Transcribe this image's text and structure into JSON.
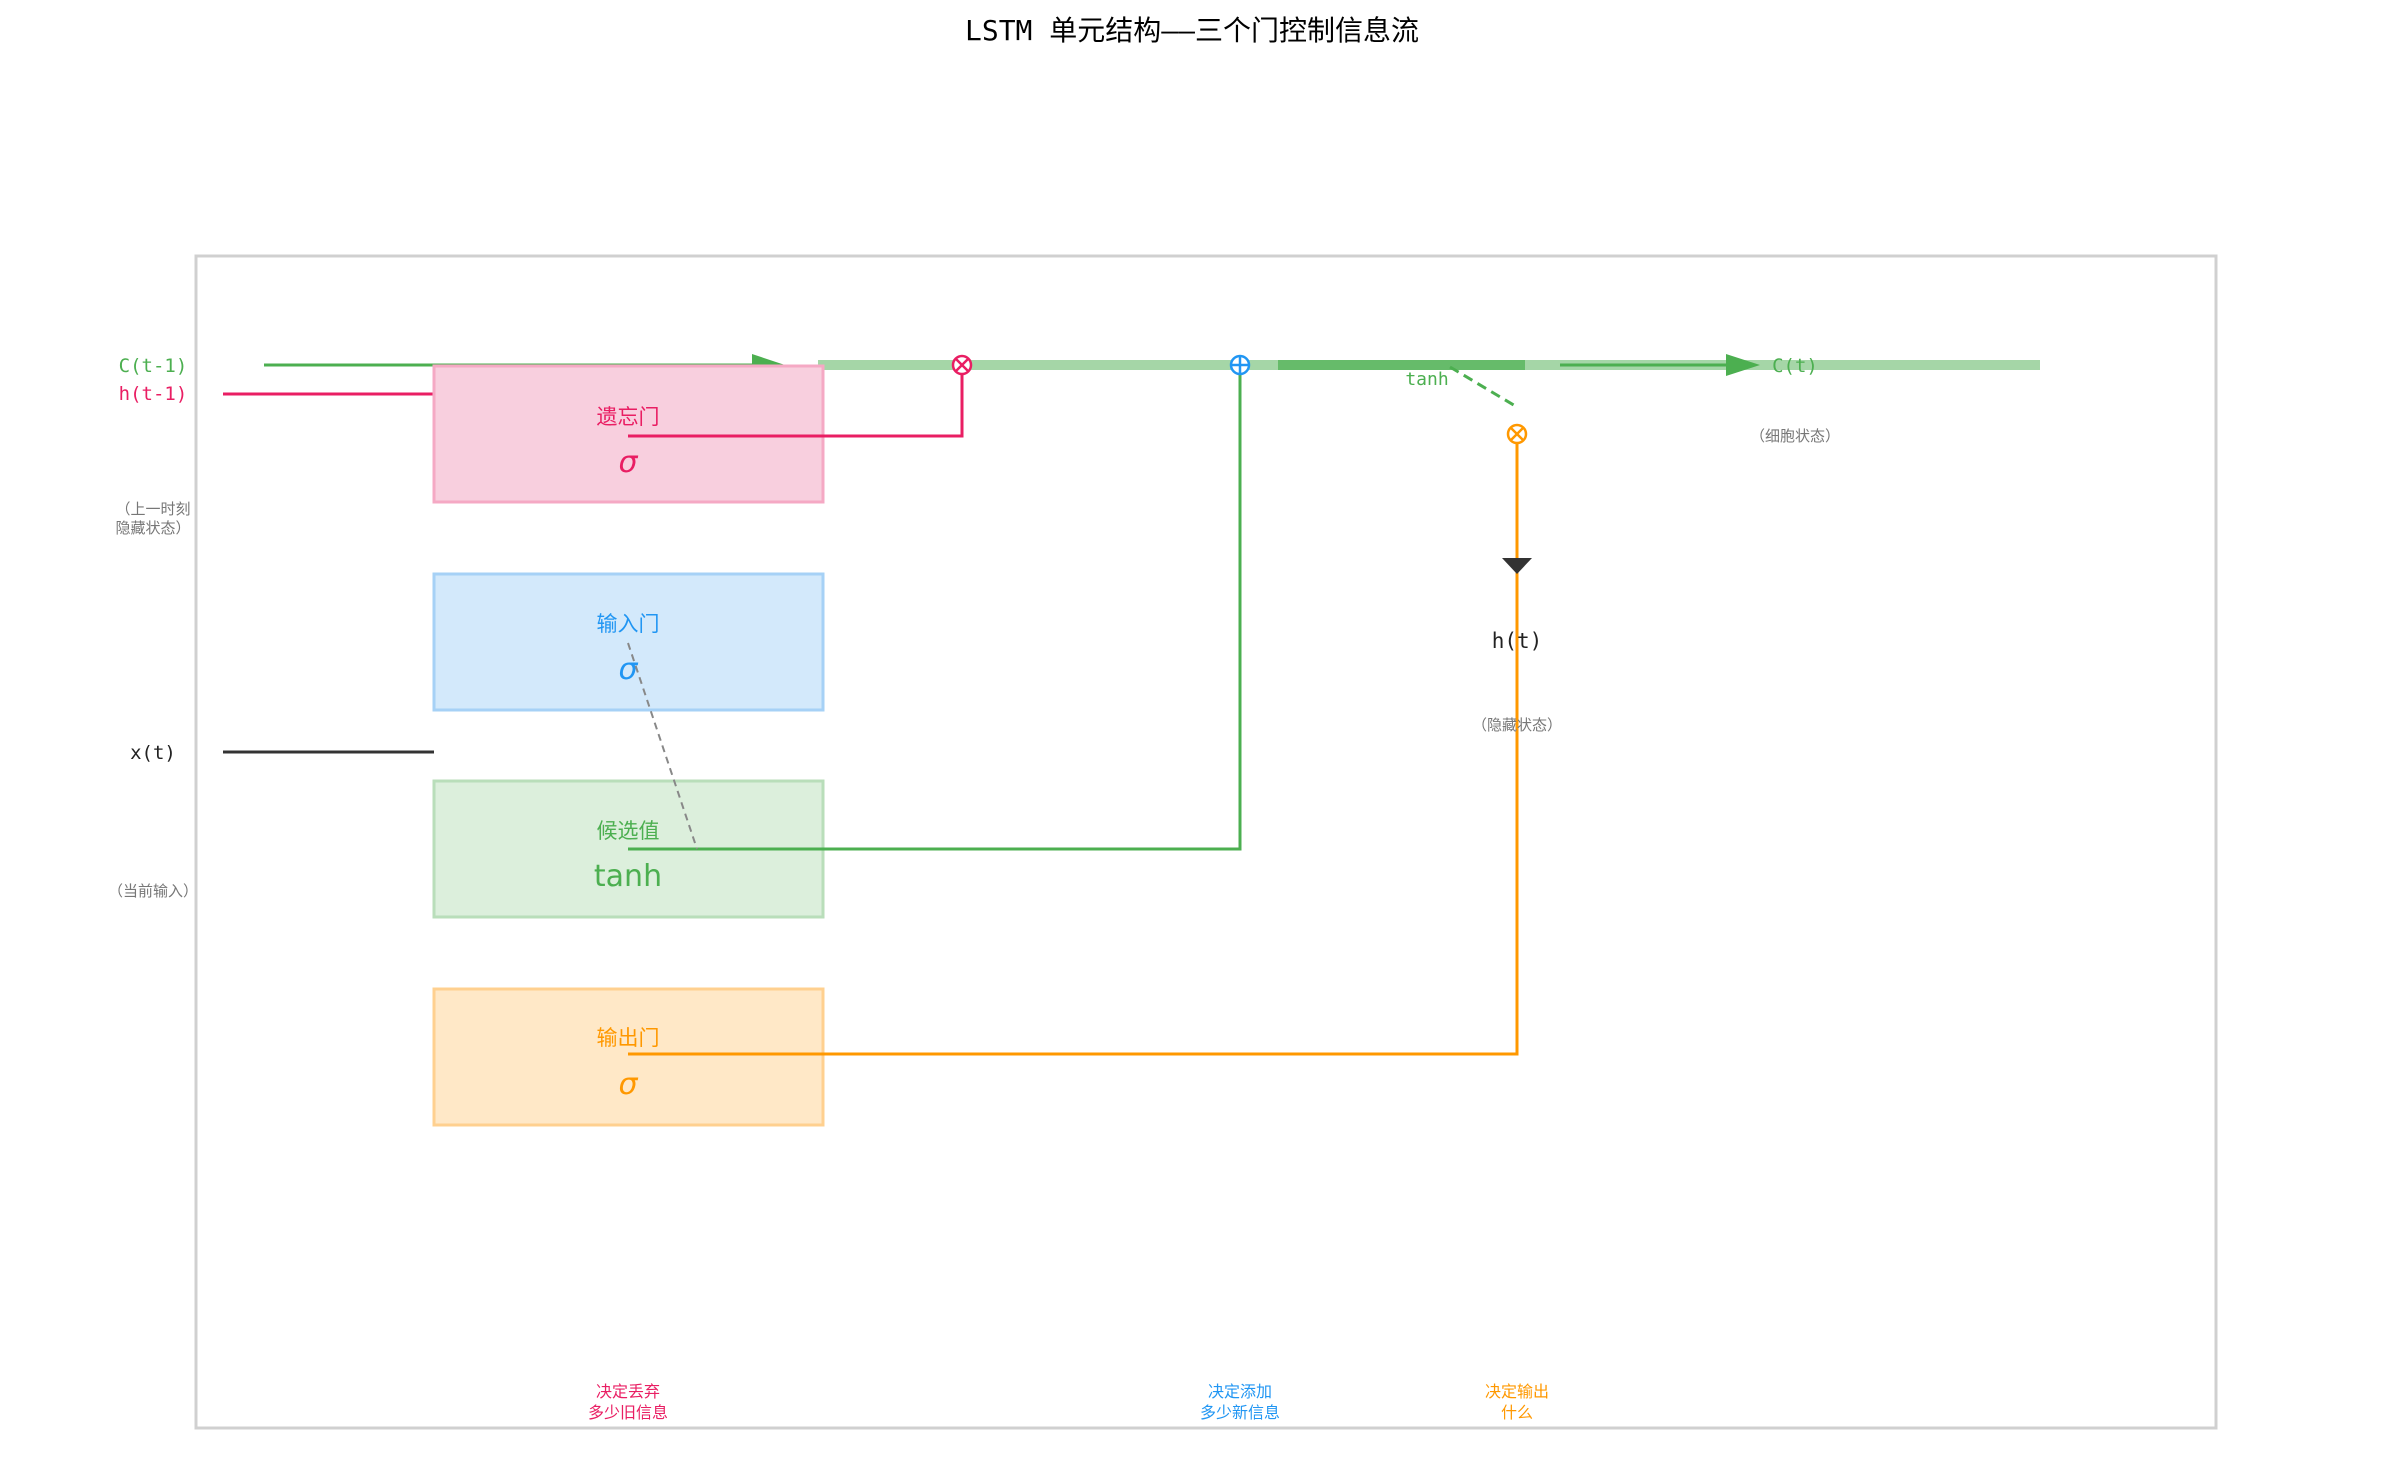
{
  "title": "LSTM 单元结构——三个门控制信息流",
  "colors": {
    "forget": "#e91e63",
    "input": "#2196f3",
    "candidate": "#4caf50",
    "output": "#ff9800",
    "frame": "#d0d0d0",
    "note": "#777777",
    "dark": "#333333"
  },
  "inputs": {
    "c_prev": "C(t-1)",
    "h_prev": "h(t-1)",
    "h_prev_note_line1": "（上一时刻",
    "h_prev_note_line2": "隐藏状态）",
    "x": "x(t)",
    "x_note": "（当前输入）"
  },
  "gates": {
    "forget": {
      "label": "遗忘门",
      "symbol": "σ"
    },
    "input": {
      "label": "输入门",
      "symbol": "σ"
    },
    "candidate": {
      "label": "候选值",
      "symbol": "tanh"
    },
    "output": {
      "label": "输出门",
      "symbol": "σ"
    }
  },
  "operators": {
    "multiply": "⊗",
    "add": "⊕",
    "tanh_label": "tanh"
  },
  "outputs": {
    "c": "C(t)",
    "c_note": "（细胞状态）",
    "h": "h(t)",
    "h_note": "（隐藏状态）"
  },
  "bottom_notes": {
    "forget_line1": "决定丢弃",
    "forget_line2": "多少旧信息",
    "input_line1": "决定添加",
    "input_line2": "多少新信息",
    "output_line1": "决定输出",
    "output_line2": "什么"
  }
}
